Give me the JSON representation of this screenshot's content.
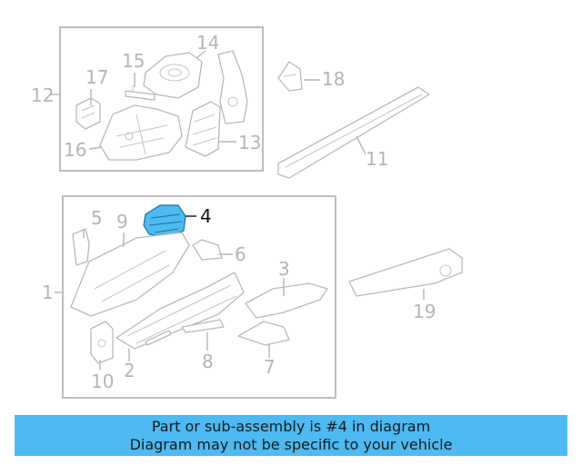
{
  "callouts": {
    "c1": "1",
    "c2": "2",
    "c3": "3",
    "c4": "4",
    "c5": "5",
    "c6": "6",
    "c7": "7",
    "c8": "8",
    "c9": "9",
    "c10": "10",
    "c11": "11",
    "c12": "12",
    "c13": "13",
    "c14": "14",
    "c15": "15",
    "c16": "16",
    "c17": "17",
    "c18": "18",
    "c19": "19"
  },
  "highlighted_part": "4",
  "colors": {
    "highlight": "#4dbaf2",
    "line": "#b9b9b9",
    "banner": "#4dbaf2"
  },
  "banner": {
    "line1": "Part or sub-assembly is #4 in diagram",
    "line2": "Diagram may not be specific to your vehicle"
  }
}
